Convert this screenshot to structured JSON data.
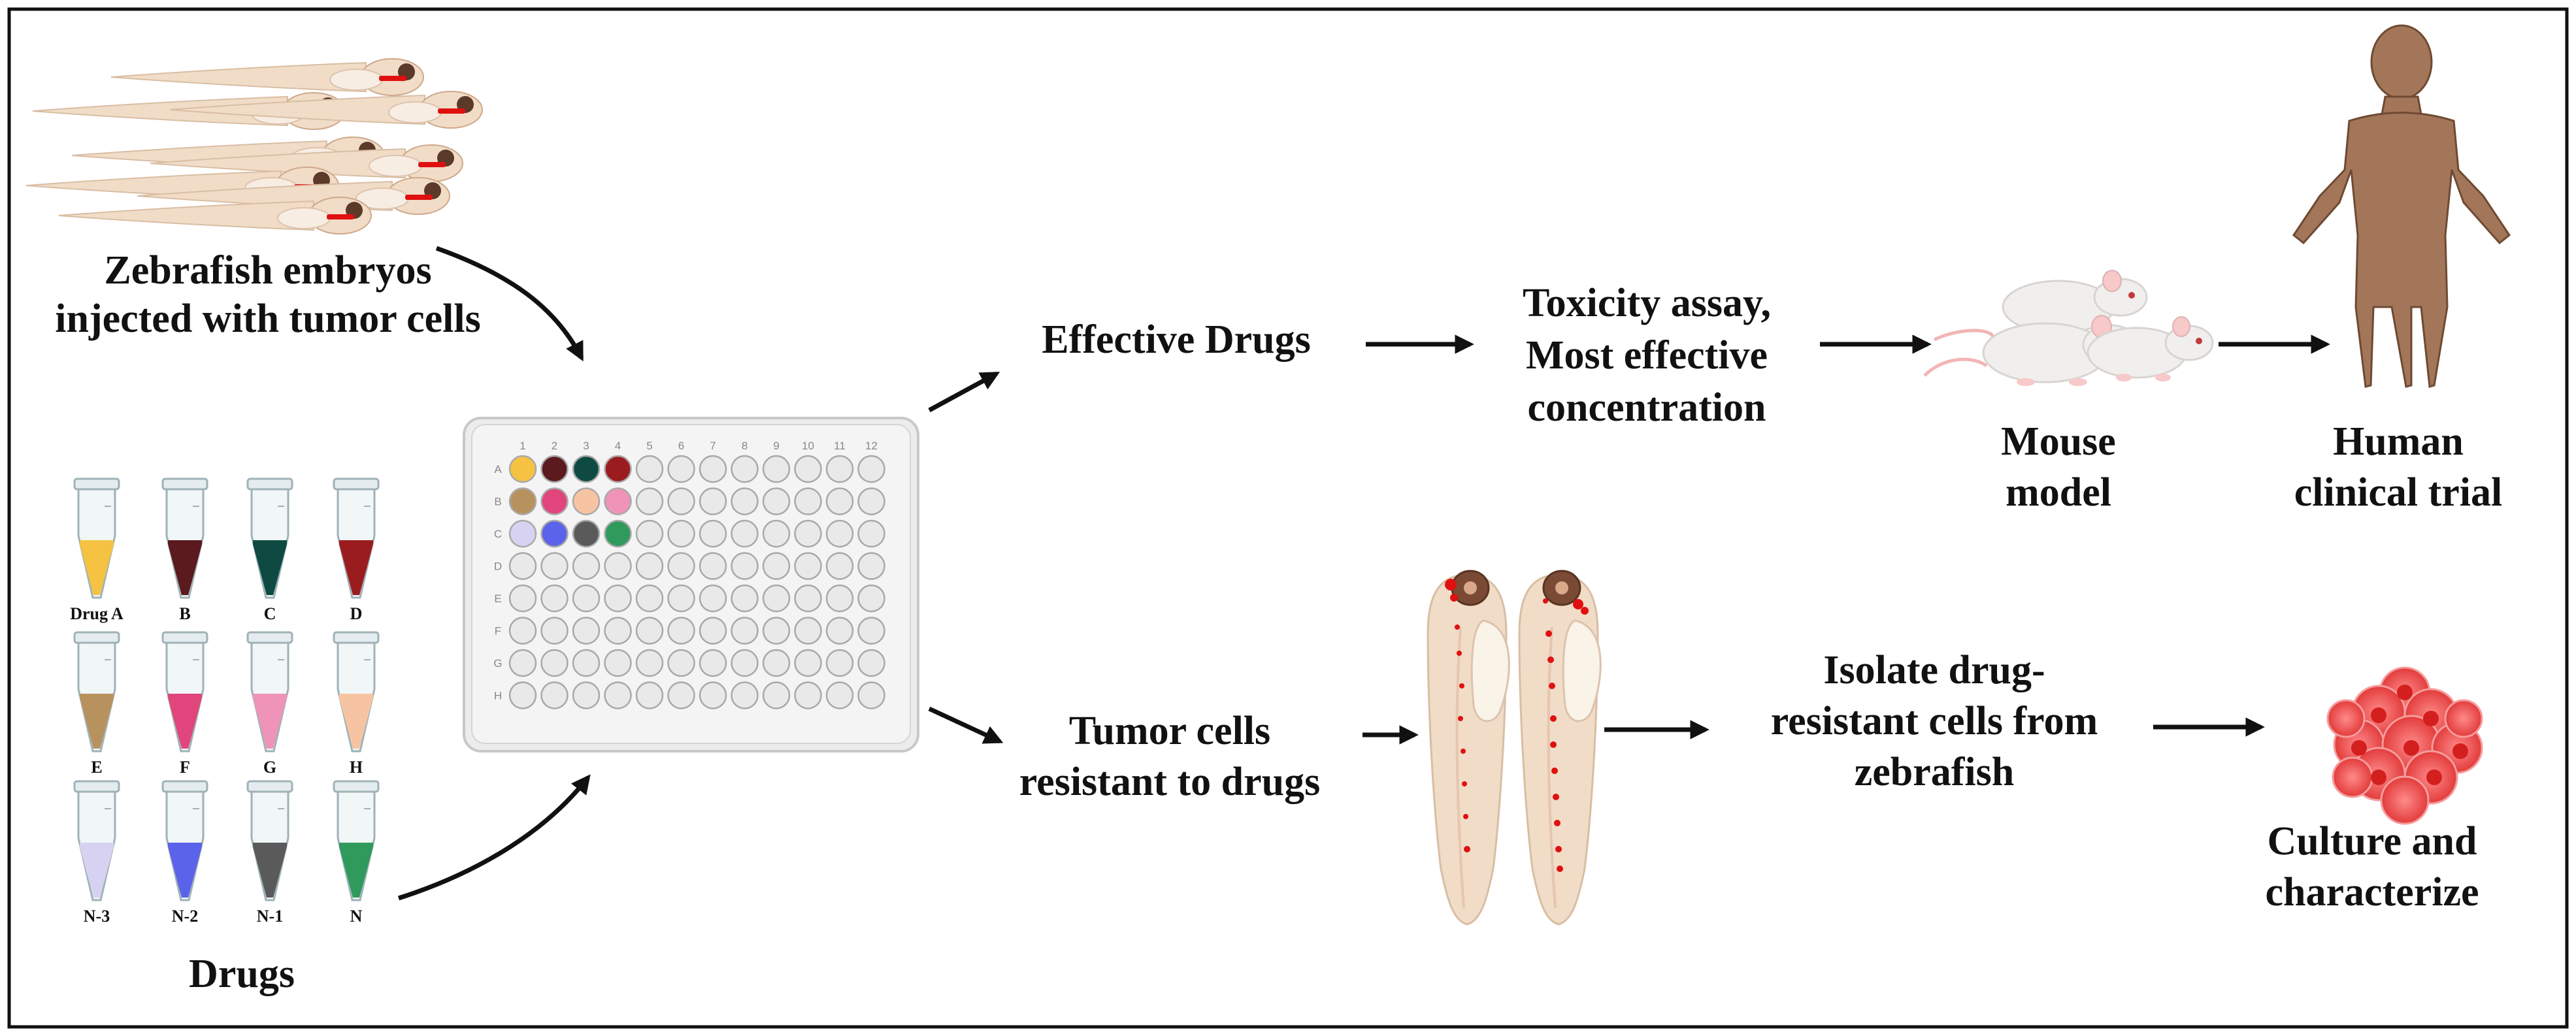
{
  "labels": {
    "zebrafish_embryos": "Zebrafish embryos",
    "injected_with_tumor_cells": "injected with tumor cells",
    "drugs": "Drugs",
    "effective_drugs": "Effective Drugs",
    "toxicity_assay": "Toxicity assay,",
    "most_effective": "Most effective",
    "concentration": "concentration",
    "mouse": "Mouse",
    "model": "model",
    "human": "Human",
    "clinical_trial": "clinical trial",
    "tumor_cells": "Tumor cells",
    "resistant_to_drugs": "resistant to drugs",
    "isolate_drug": "Isolate drug-",
    "resistant_cells_from": "resistant cells from",
    "zebrafish": "zebrafish",
    "culture_and": "Culture and",
    "characterize": "characterize"
  },
  "tubes": [
    {
      "label": "Drug A",
      "color": "#f5c242"
    },
    {
      "label": "B",
      "color": "#5a1a1e"
    },
    {
      "label": "C",
      "color": "#0e4a42"
    },
    {
      "label": "D",
      "color": "#9b1c1f"
    },
    {
      "label": "E",
      "color": "#b8925e"
    },
    {
      "label": "F",
      "color": "#e0457b"
    },
    {
      "label": "G",
      "color": "#ef93b8"
    },
    {
      "label": "H",
      "color": "#f7c4a3"
    },
    {
      "label": "N-3",
      "color": "#d8d2f2"
    },
    {
      "label": "N-2",
      "color": "#5b63ea"
    },
    {
      "label": "N-1",
      "color": "#5a5a5a"
    },
    {
      "label": "N",
      "color": "#2f9a5c"
    }
  ],
  "plate": {
    "columns": [
      "1",
      "2",
      "3",
      "4",
      "5",
      "6",
      "7",
      "8",
      "9",
      "10",
      "11",
      "12"
    ],
    "rows": [
      "A",
      "B",
      "C",
      "D",
      "E",
      "F",
      "G",
      "H"
    ],
    "filled_wells": [
      [
        "#f5c242",
        "#5a1a1e",
        "#0e4a42",
        "#9b1c1f"
      ],
      [
        "#b8925e",
        "#e0457b",
        "#f7c4a3",
        "#ef93b8"
      ],
      [
        "#d8d2f2",
        "#5b63ea",
        "#5a5a5a",
        "#2f9a5c"
      ]
    ]
  },
  "colors": {
    "fish_body": "#f1dcc7",
    "tumor_red": "#e01010",
    "human_skin": "#a3765a",
    "mouse_fur": "#f1efed",
    "tumor_mass": "#ee4c4c",
    "arrow": "#111111"
  }
}
